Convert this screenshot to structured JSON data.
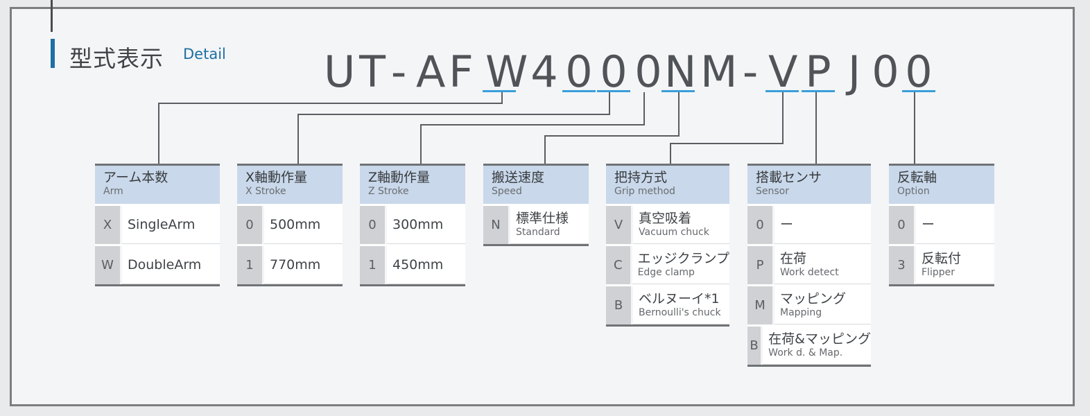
{
  "header": {
    "title": "型式表示",
    "detail_link": "Detail"
  },
  "model_code": [
    "U",
    "T",
    "-",
    "A",
    "F",
    "W",
    "4",
    "0",
    "0",
    "0",
    "N",
    "M",
    "-",
    "V",
    "P",
    "J",
    "0",
    "0"
  ],
  "columns": [
    {
      "title": "アーム本数",
      "subtitle": "Arm",
      "rows": [
        {
          "code": "X",
          "label": "SingleArm",
          "sub": ""
        },
        {
          "code": "W",
          "label": "DoubleArm",
          "sub": ""
        }
      ]
    },
    {
      "title": "X軸動作量",
      "subtitle": "X Stroke",
      "rows": [
        {
          "code": "0",
          "label": "500mm",
          "sub": ""
        },
        {
          "code": "1",
          "label": "770mm",
          "sub": ""
        }
      ]
    },
    {
      "title": "Z軸動作量",
      "subtitle": "Z Stroke",
      "rows": [
        {
          "code": "0",
          "label": "300mm",
          "sub": ""
        },
        {
          "code": "1",
          "label": "450mm",
          "sub": ""
        }
      ]
    },
    {
      "title": "搬送速度",
      "subtitle": "Speed",
      "rows": [
        {
          "code": "N",
          "label": "標準仕様",
          "sub": "Standard"
        }
      ]
    },
    {
      "title": "把持方式",
      "subtitle": "Grip method",
      "rows": [
        {
          "code": "V",
          "label": "真空吸着",
          "sub": "Vacuum chuck"
        },
        {
          "code": "C",
          "label": "エッジクランプ",
          "sub": "Edge clamp"
        },
        {
          "code": "B",
          "label": "ベルヌーイ*1",
          "sub": "Bernoulli's chuck"
        }
      ]
    },
    {
      "title": "搭載センサ",
      "subtitle": "Sensor",
      "rows": [
        {
          "code": "0",
          "label": "ー",
          "sub": ""
        },
        {
          "code": "P",
          "label": "在荷",
          "sub": "Work detect"
        },
        {
          "code": "M",
          "label": "マッピング",
          "sub": "Mapping"
        },
        {
          "code": "B",
          "label": "在荷&マッピング",
          "sub": "Work d. & Map."
        }
      ]
    },
    {
      "title": "反転軸",
      "subtitle": "Option",
      "rows": [
        {
          "code": "0",
          "label": "ー",
          "sub": ""
        },
        {
          "code": "3",
          "label": "反転付",
          "sub": "Flipper"
        }
      ]
    }
  ],
  "colors": {
    "accent": "#1d6fa4",
    "underline": "#3a9ed9",
    "header_fill": "#c9d8ea"
  }
}
